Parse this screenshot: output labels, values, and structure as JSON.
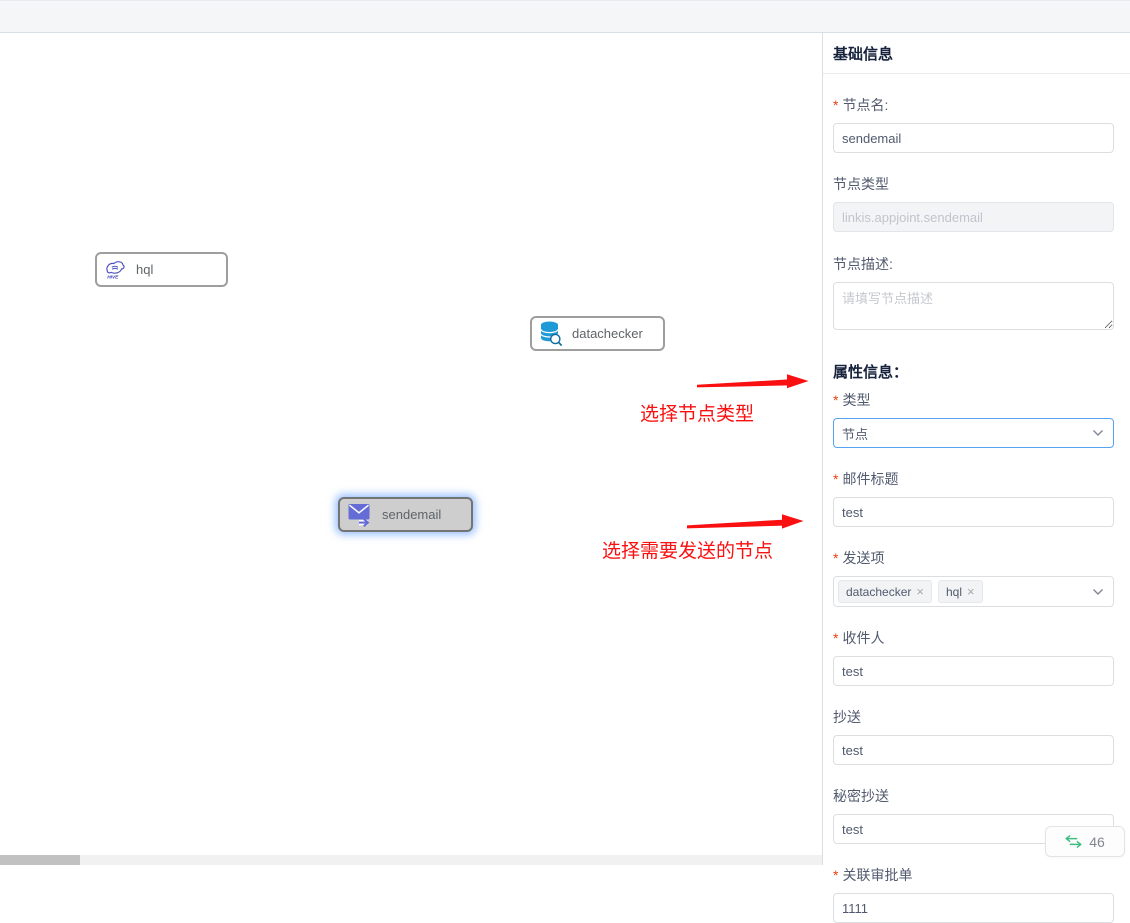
{
  "colors": {
    "select_focus_border": "#57a3f3",
    "annotation_red": "#fa1010",
    "required_mark_red": "#ed4014",
    "badge_icon_green": "#3fbd82",
    "node_selected_glow": "#4d90fe"
  },
  "canvas": {
    "nodes": [
      {
        "label": "hql",
        "icon": "hive-icon",
        "selected": false
      },
      {
        "label": "datachecker",
        "icon": "database-search-icon",
        "selected": false
      },
      {
        "label": "sendemail",
        "icon": "send-email-icon",
        "selected": true
      }
    ],
    "annotations": [
      {
        "text": "选择节点类型"
      },
      {
        "text": "选择需要发送的节点"
      }
    ]
  },
  "panel": {
    "title": "基础信息",
    "required_mark": "*",
    "node_name": {
      "label": "节点名:",
      "value": "sendemail"
    },
    "node_type": {
      "label": "节点类型",
      "value": "linkis.appjoint.sendemail",
      "disabled": true
    },
    "node_desc": {
      "label": "节点描述:",
      "placeholder": "请填写节点描述"
    },
    "section_title": "属性信息：",
    "type": {
      "label": "类型",
      "value": "节点"
    },
    "email_title": {
      "label": "邮件标题",
      "value": "test"
    },
    "send_items": {
      "label": "发送项",
      "tags": [
        "datachecker",
        "hql"
      ],
      "remove_glyph": "×"
    },
    "recipient": {
      "label": "收件人",
      "value": "test"
    },
    "cc": {
      "label": "抄送",
      "value": "test"
    },
    "bcc": {
      "label": "秘密抄送",
      "value": "test"
    },
    "approval": {
      "label": "关联审批单",
      "value": "1111"
    }
  },
  "badge": {
    "count": "46"
  }
}
